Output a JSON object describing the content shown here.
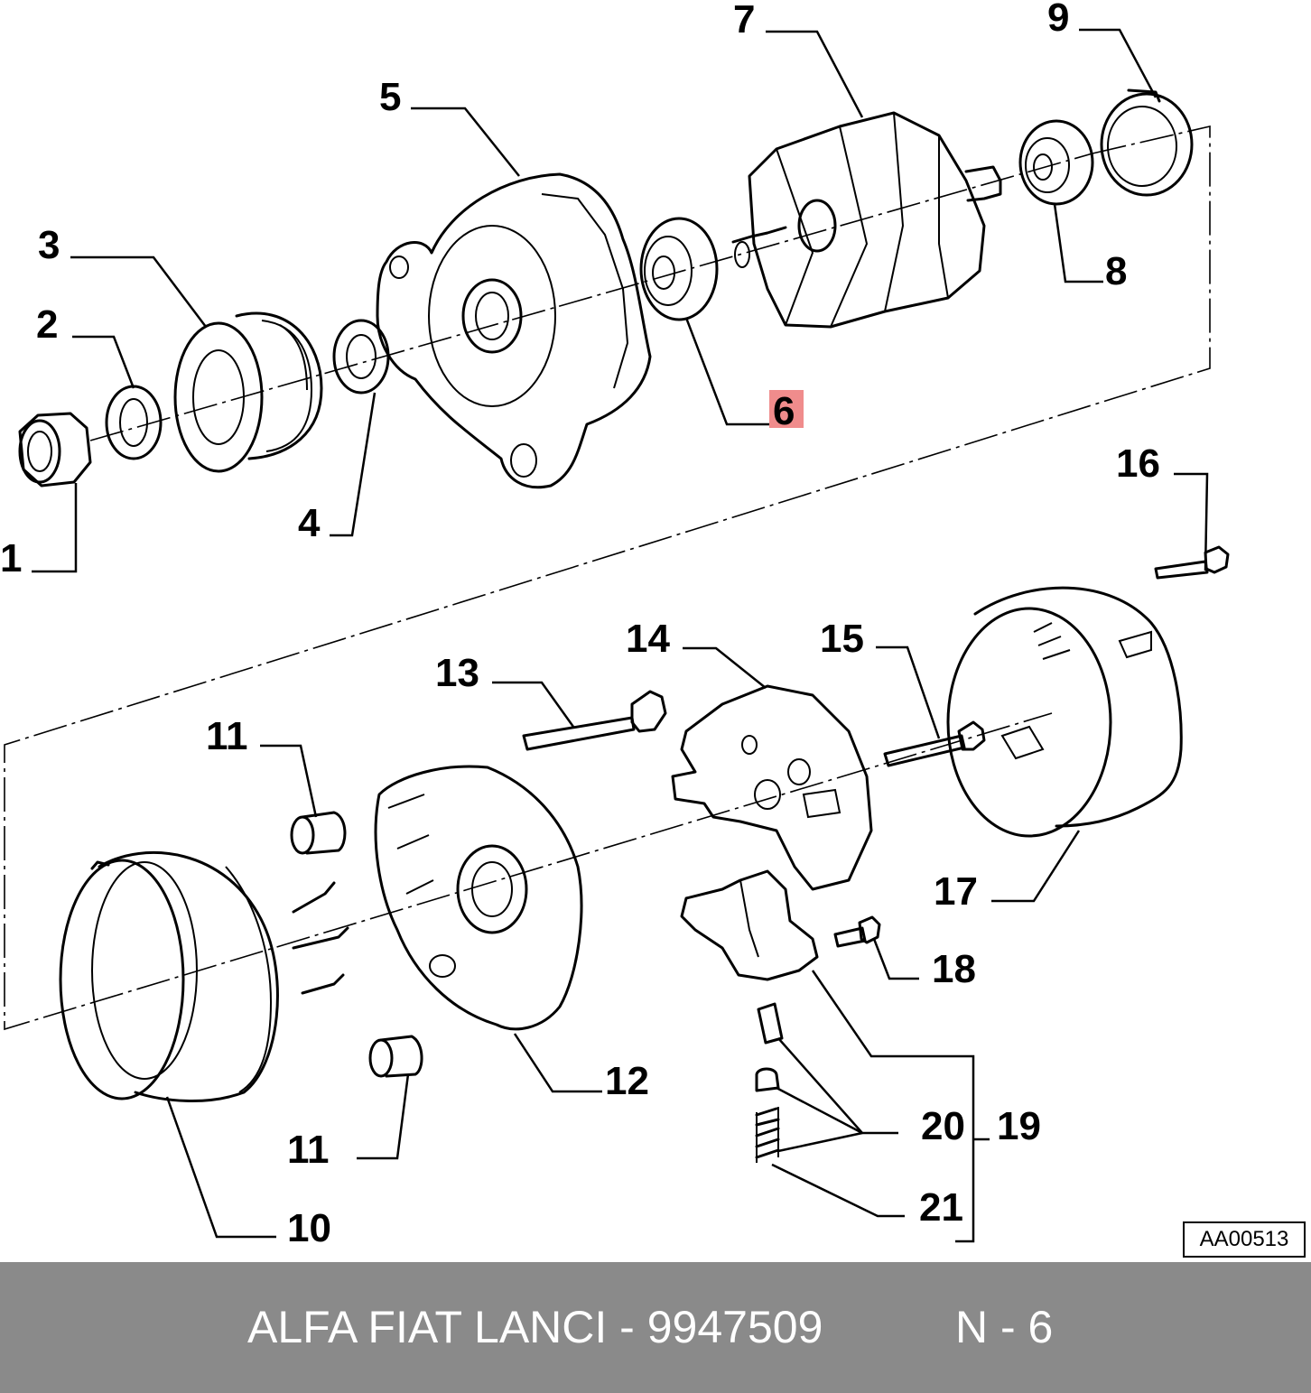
{
  "diagram": {
    "callouts": [
      {
        "id": "c1",
        "label": "1"
      },
      {
        "id": "c2",
        "label": "2"
      },
      {
        "id": "c3",
        "label": "3"
      },
      {
        "id": "c4",
        "label": "4"
      },
      {
        "id": "c5",
        "label": "5"
      },
      {
        "id": "c6",
        "label": "6",
        "highlighted": true
      },
      {
        "id": "c7",
        "label": "7"
      },
      {
        "id": "c8",
        "label": "8"
      },
      {
        "id": "c9",
        "label": "9"
      },
      {
        "id": "c10",
        "label": "10"
      },
      {
        "id": "c11a",
        "label": "11"
      },
      {
        "id": "c11b",
        "label": "11"
      },
      {
        "id": "c12",
        "label": "12"
      },
      {
        "id": "c13",
        "label": "13"
      },
      {
        "id": "c14",
        "label": "14"
      },
      {
        "id": "c15",
        "label": "15"
      },
      {
        "id": "c16",
        "label": "16"
      },
      {
        "id": "c17",
        "label": "17"
      },
      {
        "id": "c18",
        "label": "18"
      },
      {
        "id": "c19",
        "label": "19"
      },
      {
        "id": "c20",
        "label": "20"
      },
      {
        "id": "c21",
        "label": "21"
      }
    ],
    "reference_code": "AA00513",
    "highlight_color": "#f08c8c"
  },
  "footer": {
    "title": "ALFA FIAT LANCI - 9947509",
    "part_ref": "N - 6",
    "background_color": "#8a8a8a"
  }
}
